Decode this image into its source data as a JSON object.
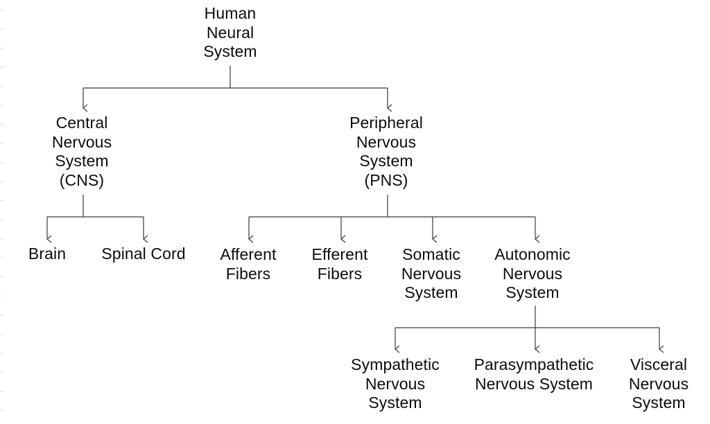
{
  "colors": {
    "line": "#3a3a3a",
    "text": "#0c0c0c",
    "background": "#ffffff"
  },
  "diagram": {
    "type": "tree",
    "nodes": {
      "human": {
        "label": "Human\nNeural\nSystem"
      },
      "cns": {
        "label": "Central\nNervous\nSystem\n(CNS)"
      },
      "pns": {
        "label": "Peripheral\nNervous\nSystem\n(PNS)"
      },
      "brain": {
        "label": "Brain"
      },
      "spinal": {
        "label": "Spinal Cord"
      },
      "afferent": {
        "label": "Afferent\nFibers"
      },
      "efferent": {
        "label": "Efferent\nFibers"
      },
      "somatic": {
        "label": "Somatic\nNervous\nSystem"
      },
      "autonomic": {
        "label": "Autonomic\nNervous\nSystem"
      },
      "sympathetic": {
        "label": "Sympathetic\nNervous\nSystem"
      },
      "parasympathetic": {
        "label": "Parasympathetic\nNervous System"
      },
      "visceral": {
        "label": "Visceral\nNervous\nSystem"
      }
    },
    "edges": [
      [
        "human",
        "cns"
      ],
      [
        "human",
        "pns"
      ],
      [
        "cns",
        "brain"
      ],
      [
        "cns",
        "spinal"
      ],
      [
        "pns",
        "afferent"
      ],
      [
        "pns",
        "efferent"
      ],
      [
        "pns",
        "somatic"
      ],
      [
        "pns",
        "autonomic"
      ],
      [
        "autonomic",
        "sympathetic"
      ],
      [
        "autonomic",
        "parasympathetic"
      ],
      [
        "autonomic",
        "visceral"
      ]
    ]
  }
}
